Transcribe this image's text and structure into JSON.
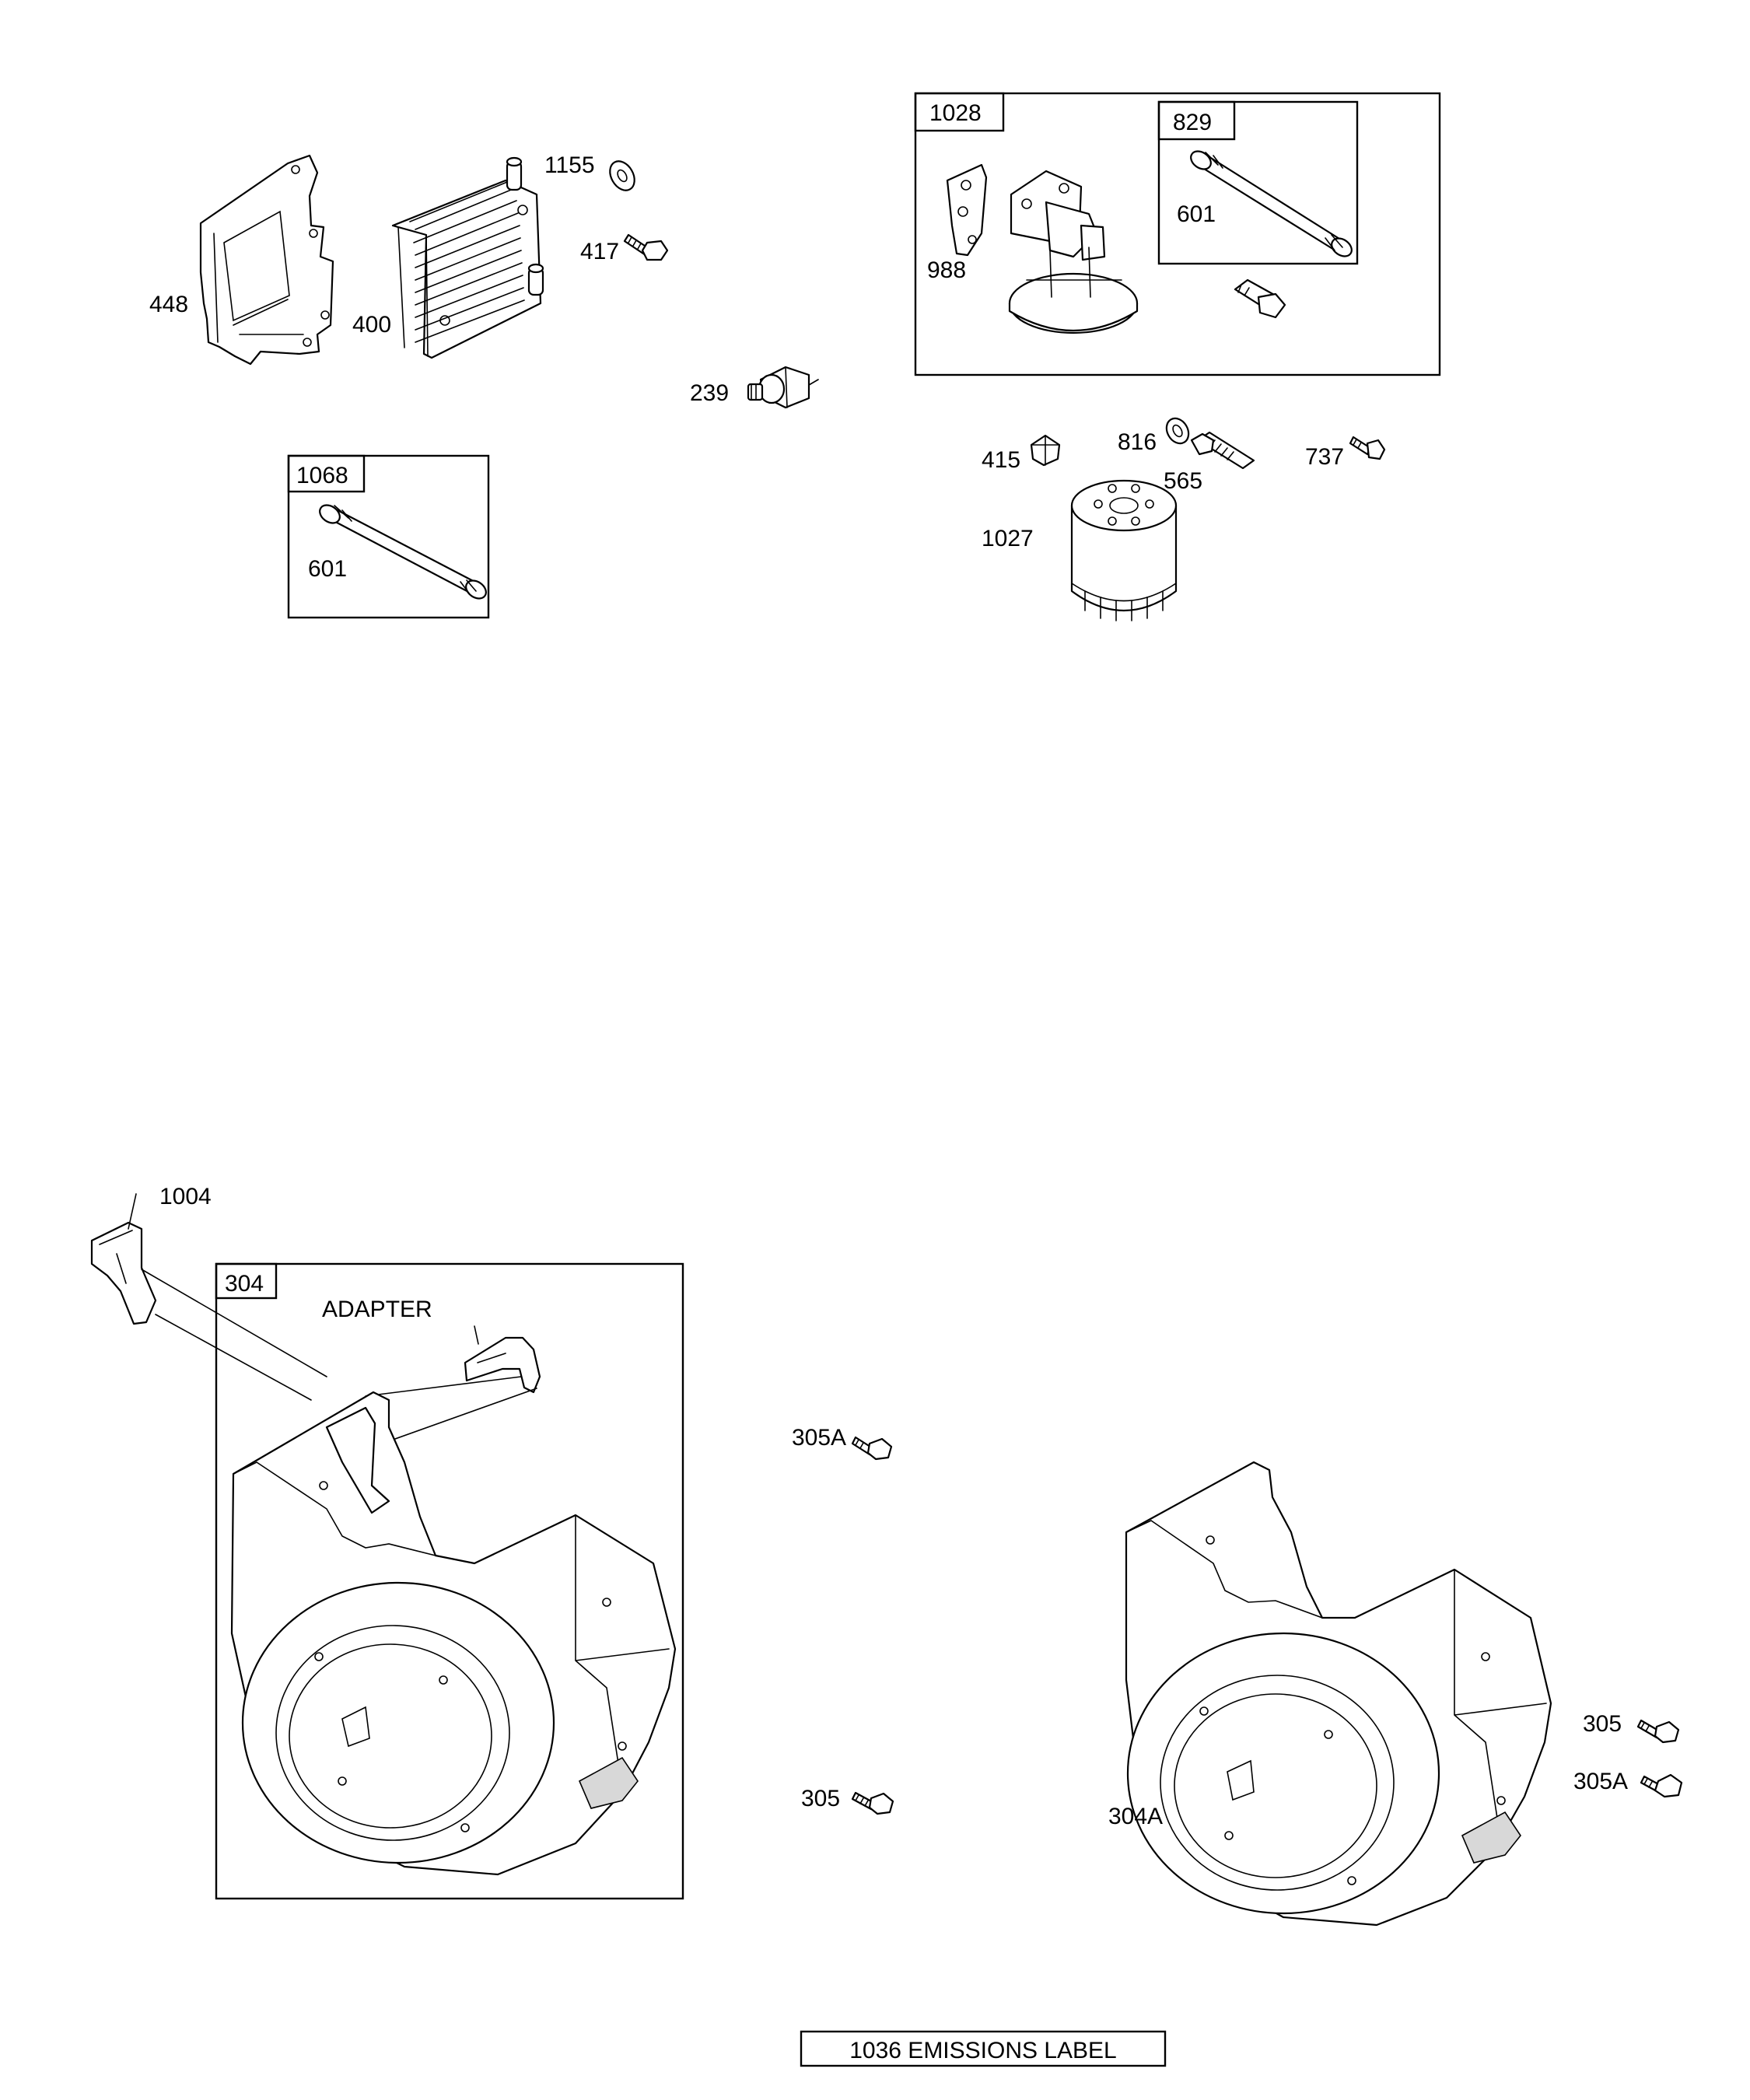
{
  "labels": {
    "l448": "448",
    "l400": "400",
    "l1155": "1155",
    "l417": "417",
    "l239": "239",
    "g1068": "1068",
    "l601a": "601",
    "g1028": "1028",
    "g829": "829",
    "l601b": "601",
    "l988": "988",
    "l415": "415",
    "l816": "816",
    "l565": "565",
    "l737": "737",
    "l1027": "1027",
    "l1004": "1004",
    "g304": "304",
    "adapter": "ADAPTER",
    "l305A_a": "305A",
    "l305_a": "305",
    "l304A": "304A",
    "l305_b": "305",
    "l305A_b": "305A",
    "emissions": "1036 EMISSIONS LABEL"
  }
}
